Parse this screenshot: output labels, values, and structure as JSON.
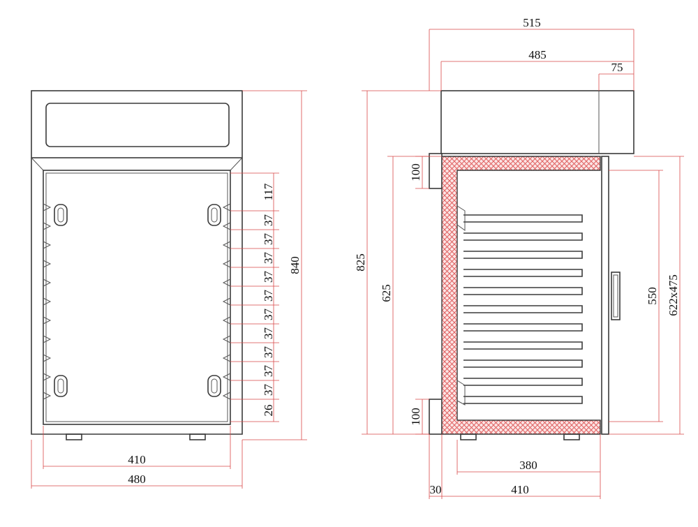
{
  "colors": {
    "outline": "#3a3a3a",
    "dimension_line": "#d94a4a",
    "insulation_hatch": "#e06060",
    "background": "#ffffff"
  },
  "front_view": {
    "width_outer": "480",
    "width_inner": "410",
    "height_total": "840",
    "tray_spacings": [
      "117",
      "37",
      "37",
      "37",
      "37",
      "37",
      "37",
      "37",
      "37",
      "37",
      "37",
      "26"
    ]
  },
  "side_view": {
    "depth_total": "515",
    "depth_body": "485",
    "door_offset": "75",
    "height_total": "825",
    "height_cabinet": "625",
    "top_insulation": "100",
    "bottom_insulation": "100",
    "door_height": "550",
    "tray_size": "622x475",
    "inner_depth": "380",
    "depth_bottom": "410",
    "wall_thickness": "30"
  }
}
